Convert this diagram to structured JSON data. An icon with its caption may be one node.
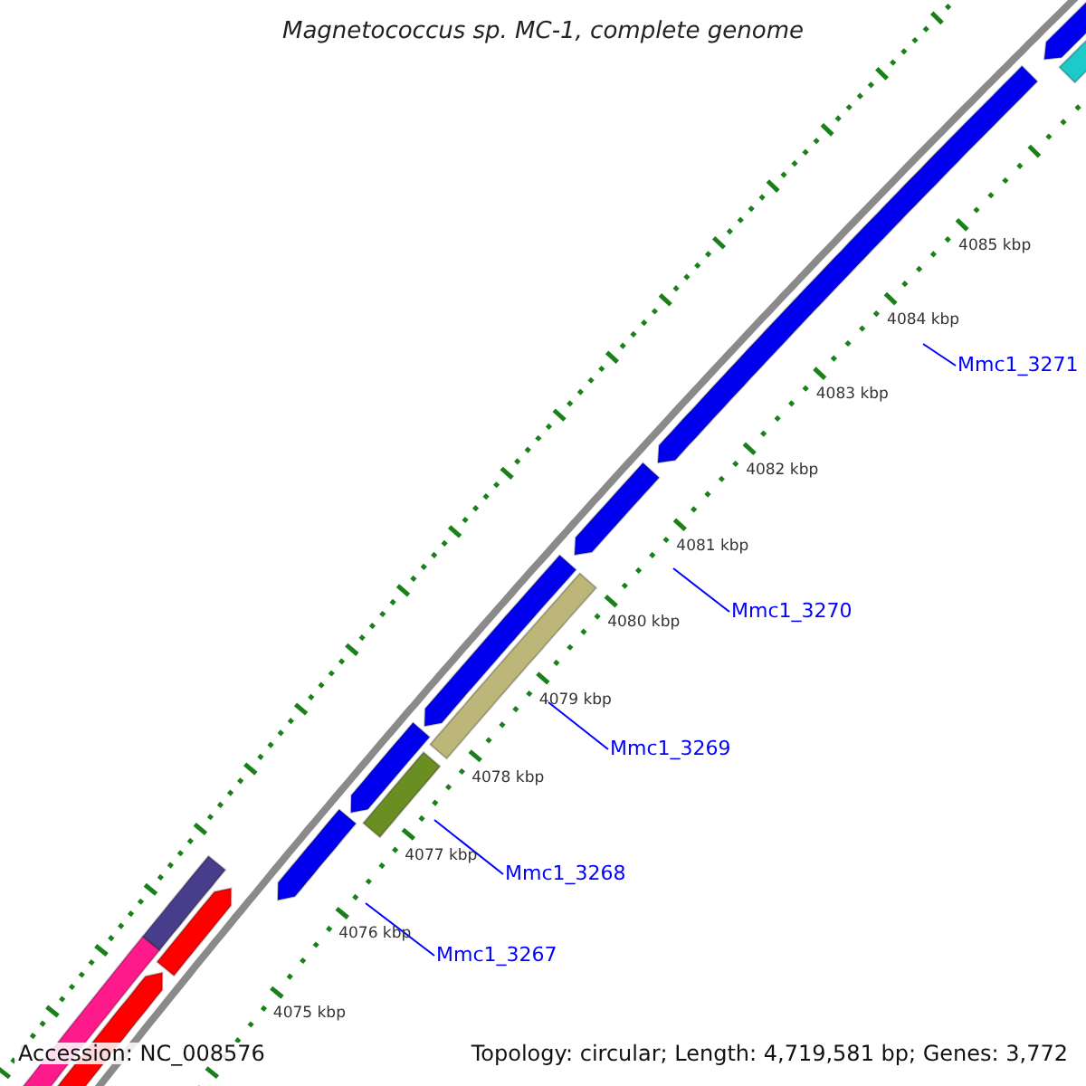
{
  "diagram": {
    "title": "Magnetococcus sp. MC-1, complete genome",
    "nodes": [
      {
        "text": [
          "Mmc1_3271"
        ]
      },
      {
        "text": [
          "Mmc1_3270"
        ]
      },
      {
        "text": [
          "Mmc1_3269"
        ]
      },
      {
        "text": [
          "Mmc1_3268"
        ]
      },
      {
        "text": [
          "Mmc1_3267"
        ]
      }
    ],
    "edges": [
      {
        "from": 0,
        "to": null,
        "arrow": "none"
      },
      {
        "from": 1,
        "to": null,
        "arrow": "none"
      },
      {
        "from": 2,
        "to": null,
        "arrow": "none"
      },
      {
        "from": 3,
        "to": null,
        "arrow": "none"
      },
      {
        "from": 4,
        "to": null,
        "arrow": "none"
      }
    ],
    "labels": [
      "4085 kbp",
      "4084 kbp",
      "4083 kbp",
      "4082 kbp",
      "4081 kbp",
      "4080 kbp",
      "4079 kbp",
      "4078 kbp",
      "4077 kbp",
      "4076 kbp",
      "4075 kbp",
      "Accession: NC_008576",
      "Topology: circular; Length: 4,719,581 bp; Genes: 3,772"
    ]
  }
}
